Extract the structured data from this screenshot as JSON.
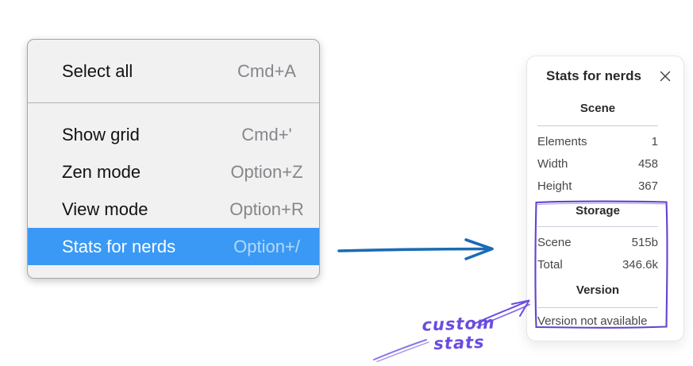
{
  "context_menu": {
    "sections": [
      {
        "items": [
          {
            "label": "Select all",
            "shortcut": "Cmd+A"
          }
        ]
      },
      {
        "items": [
          {
            "label": "Show grid",
            "shortcut": "Cmd+'"
          },
          {
            "label": "Zen mode",
            "shortcut": "Option+Z"
          },
          {
            "label": "View mode",
            "shortcut": "Option+R"
          },
          {
            "label": "Stats for nerds",
            "shortcut": "Option+/",
            "highlighted": true
          }
        ]
      }
    ],
    "highlight_color": "#3a99f4"
  },
  "stats_panel": {
    "title": "Stats for nerds",
    "close_icon": "x-close",
    "sections": {
      "scene": {
        "header": "Scene",
        "rows": [
          {
            "label": "Elements",
            "value": "1"
          },
          {
            "label": "Width",
            "value": "458"
          },
          {
            "label": "Height",
            "value": "367"
          }
        ]
      },
      "storage": {
        "header": "Storage",
        "rows": [
          {
            "label": "Scene",
            "value": "515b"
          },
          {
            "label": "Total",
            "value": "346.6k"
          }
        ]
      },
      "version": {
        "header": "Version",
        "note": "Version not available"
      }
    }
  },
  "annotations": {
    "custom_stats_label": "custom stats",
    "purple_color": "#6741d9",
    "flow_arrow_color": "#1b6bb5"
  }
}
